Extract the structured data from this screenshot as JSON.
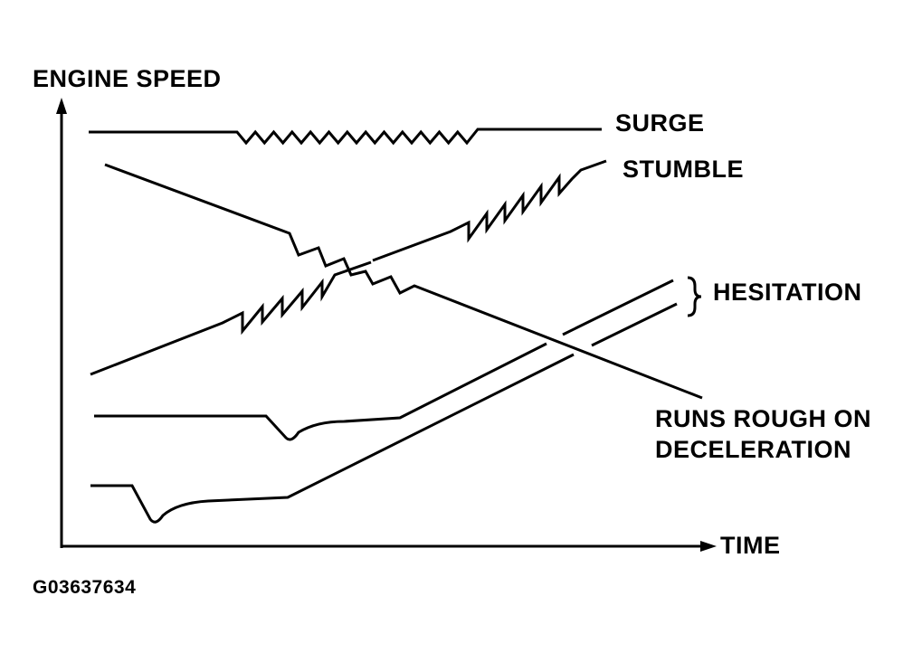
{
  "figure": {
    "y_axis_label": "ENGINE SPEED",
    "x_axis_label": "TIME",
    "figure_id": "G03637634"
  },
  "curves": [
    {
      "id": "surge",
      "label_lines": [
        "SURGE"
      ]
    },
    {
      "id": "stumble",
      "label_lines": [
        "STUMBLE"
      ]
    },
    {
      "id": "hesitation",
      "label_lines": [
        "HESITATION"
      ]
    },
    {
      "id": "runs-rough",
      "label_lines": [
        "RUNS ROUGH ON",
        "DECELERATION"
      ]
    }
  ],
  "colors": {
    "ink": "#000000",
    "background": "#ffffff"
  }
}
